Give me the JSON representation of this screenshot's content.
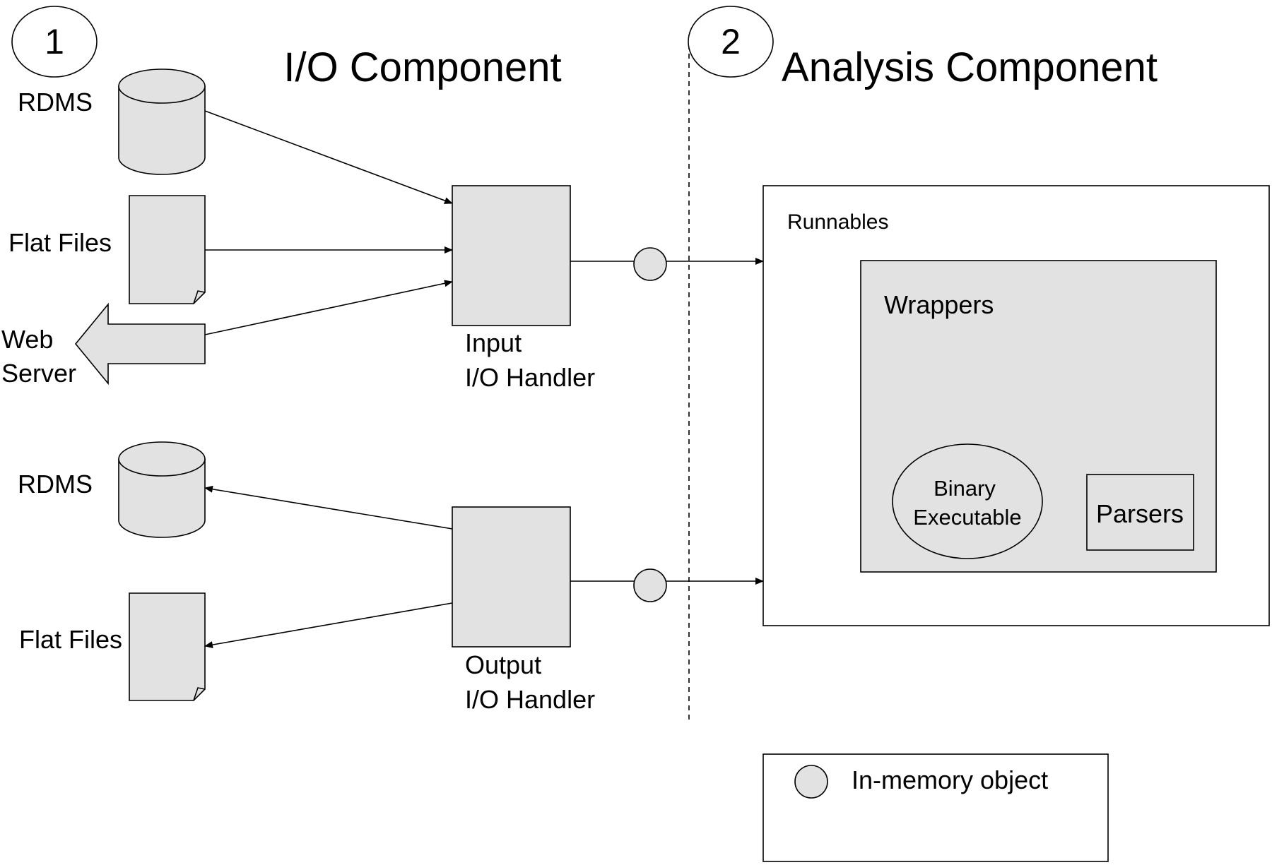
{
  "titles": {
    "step1_number": "1",
    "step1_title": "I/O Component",
    "step2_number": "2",
    "step2_title": "Analysis Component"
  },
  "inputs": {
    "rdms": "RDMS",
    "flat_files": "Flat Files",
    "web_server_line1": "Web",
    "web_server_line2": "Server"
  },
  "outputs": {
    "rdms": "RDMS",
    "flat_files": "Flat Files"
  },
  "handlers": {
    "input_line1": "Input",
    "input_line2": "I/O Handler",
    "output_line1": "Output",
    "output_line2": "I/O Handler"
  },
  "analysis": {
    "runnables": "Runnables",
    "wrappers": "Wrappers",
    "binary_line1": "Binary",
    "binary_line2": "Executable",
    "parsers": "Parsers"
  },
  "legend": {
    "in_memory_object": "In-memory object"
  },
  "colors": {
    "shape_fill": "#e2e2e2",
    "stroke": "#000000"
  }
}
